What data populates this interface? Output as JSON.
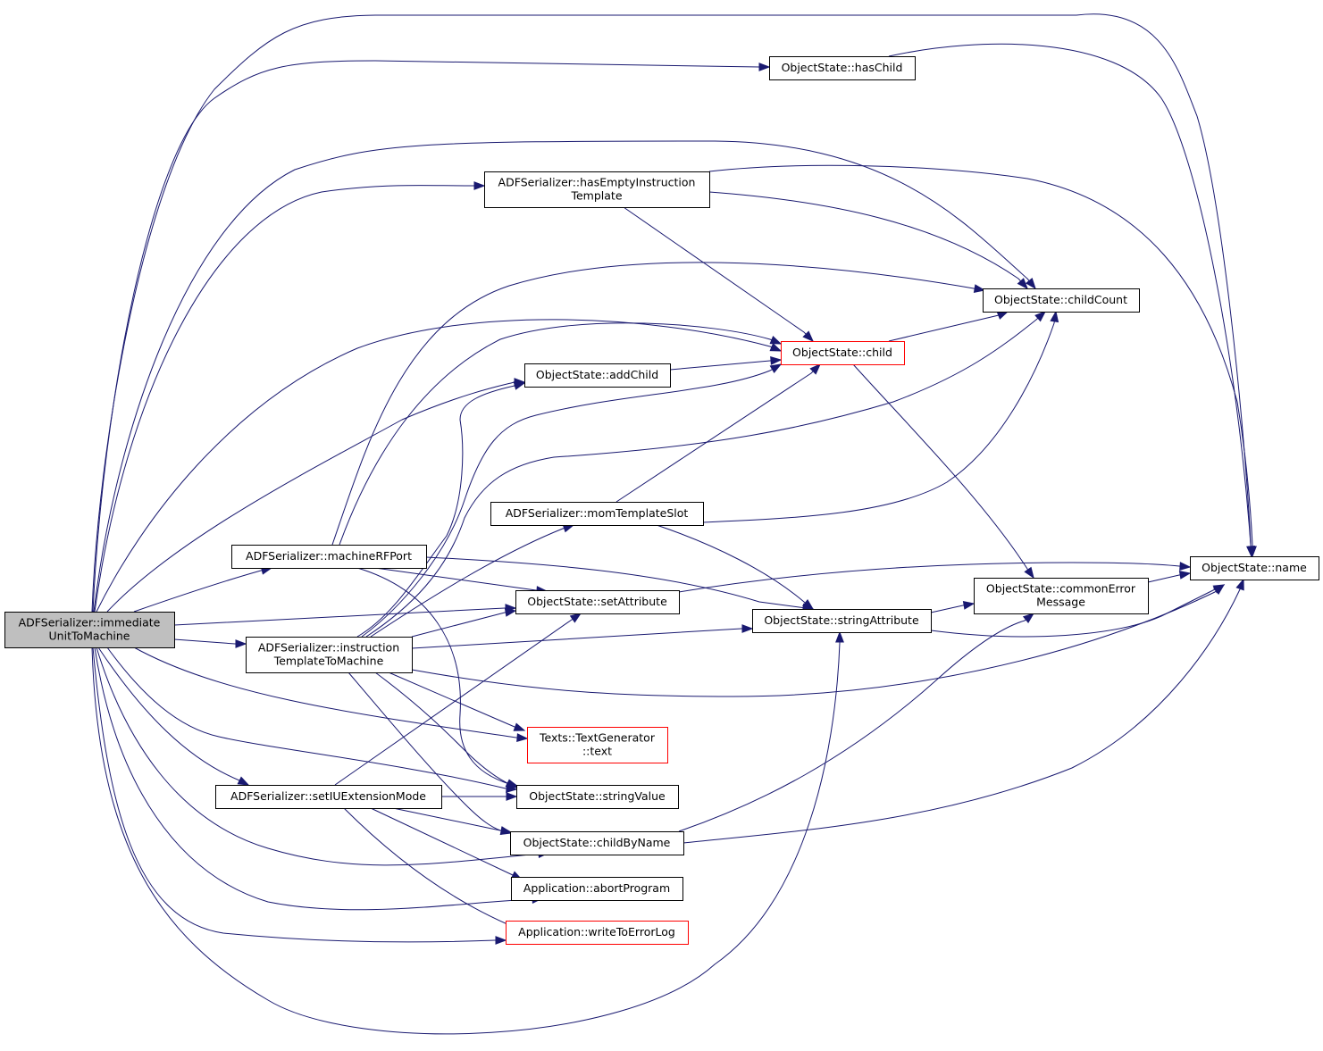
{
  "diagram": {
    "colors": {
      "edge": "#191970",
      "node_border": "#000000",
      "node_border_incomplete": "#ff0000",
      "root_fill": "#bfbfbf",
      "node_fill": "#ffffff"
    },
    "nodes": [
      {
        "id": "root",
        "lines": [
          "ADFSerializer::immediate",
          "UnitToMachine"
        ],
        "root": true,
        "border": "black"
      },
      {
        "id": "hasChild",
        "lines": [
          "ObjectState::hasChild"
        ],
        "border": "black"
      },
      {
        "id": "hasEmpty",
        "lines": [
          "ADFSerializer::hasEmptyInstruction",
          "Template"
        ],
        "border": "black"
      },
      {
        "id": "childCount",
        "lines": [
          "ObjectState::childCount"
        ],
        "border": "black"
      },
      {
        "id": "child",
        "lines": [
          "ObjectState::child"
        ],
        "border": "red"
      },
      {
        "id": "addChild",
        "lines": [
          "ObjectState::addChild"
        ],
        "border": "black"
      },
      {
        "id": "momTemplateSlot",
        "lines": [
          "ADFSerializer::momTemplateSlot"
        ],
        "border": "black"
      },
      {
        "id": "machineRFPort",
        "lines": [
          "ADFSerializer::machineRFPort"
        ],
        "border": "black"
      },
      {
        "id": "name",
        "lines": [
          "ObjectState::name"
        ],
        "border": "black"
      },
      {
        "id": "commonError",
        "lines": [
          "ObjectState::commonError",
          "Message"
        ],
        "border": "black"
      },
      {
        "id": "setAttribute",
        "lines": [
          "ObjectState::setAttribute"
        ],
        "border": "black"
      },
      {
        "id": "stringAttribute",
        "lines": [
          "ObjectState::stringAttribute"
        ],
        "border": "black"
      },
      {
        "id": "instrTemplate",
        "lines": [
          "ADFSerializer::instruction",
          "TemplateToMachine"
        ],
        "border": "black"
      },
      {
        "id": "textGen",
        "lines": [
          "Texts::TextGenerator",
          "::text"
        ],
        "border": "red"
      },
      {
        "id": "setIU",
        "lines": [
          "ADFSerializer::setIUExtensionMode"
        ],
        "border": "black"
      },
      {
        "id": "stringValue",
        "lines": [
          "ObjectState::stringValue"
        ],
        "border": "black"
      },
      {
        "id": "childByName",
        "lines": [
          "ObjectState::childByName"
        ],
        "border": "black"
      },
      {
        "id": "abortProgram",
        "lines": [
          "Application::abortProgram"
        ],
        "border": "black"
      },
      {
        "id": "writeToErrorLog",
        "lines": [
          "Application::writeToErrorLog"
        ],
        "border": "red"
      }
    ],
    "edges": [
      {
        "from": "root",
        "to": "name"
      },
      {
        "from": "root",
        "to": "hasChild"
      },
      {
        "from": "root",
        "to": "childCount"
      },
      {
        "from": "root",
        "to": "hasEmpty"
      },
      {
        "from": "root",
        "to": "child"
      },
      {
        "from": "root",
        "to": "addChild"
      },
      {
        "from": "root",
        "to": "machineRFPort"
      },
      {
        "from": "root",
        "to": "setAttribute"
      },
      {
        "from": "root",
        "to": "instrTemplate"
      },
      {
        "from": "root",
        "to": "textGen"
      },
      {
        "from": "root",
        "to": "stringValue"
      },
      {
        "from": "root",
        "to": "setIU"
      },
      {
        "from": "root",
        "to": "childByName"
      },
      {
        "from": "root",
        "to": "abortProgram"
      },
      {
        "from": "root",
        "to": "writeToErrorLog"
      },
      {
        "from": "root",
        "to": "stringAttribute"
      },
      {
        "from": "hasChild",
        "to": "name"
      },
      {
        "from": "hasEmpty",
        "to": "childCount"
      },
      {
        "from": "hasEmpty",
        "to": "name"
      },
      {
        "from": "hasEmpty",
        "to": "child"
      },
      {
        "from": "child",
        "to": "childCount"
      },
      {
        "from": "child",
        "to": "commonError"
      },
      {
        "from": "addChild",
        "to": "child"
      },
      {
        "from": "momTemplateSlot",
        "to": "child"
      },
      {
        "from": "momTemplateSlot",
        "to": "childCount"
      },
      {
        "from": "momTemplateSlot",
        "to": "stringAttribute"
      },
      {
        "from": "machineRFPort",
        "to": "childCount"
      },
      {
        "from": "machineRFPort",
        "to": "child"
      },
      {
        "from": "machineRFPort",
        "to": "stringAttribute"
      },
      {
        "from": "machineRFPort",
        "to": "setAttribute"
      },
      {
        "from": "machineRFPort",
        "to": "stringValue"
      },
      {
        "from": "instrTemplate",
        "to": "addChild"
      },
      {
        "from": "instrTemplate",
        "to": "child"
      },
      {
        "from": "instrTemplate",
        "to": "childCount"
      },
      {
        "from": "instrTemplate",
        "to": "momTemplateSlot"
      },
      {
        "from": "instrTemplate",
        "to": "setAttribute"
      },
      {
        "from": "instrTemplate",
        "to": "stringAttribute"
      },
      {
        "from": "instrTemplate",
        "to": "name"
      },
      {
        "from": "instrTemplate",
        "to": "textGen"
      },
      {
        "from": "instrTemplate",
        "to": "stringValue"
      },
      {
        "from": "instrTemplate",
        "to": "childByName"
      },
      {
        "from": "setAttribute",
        "to": "name"
      },
      {
        "from": "stringAttribute",
        "to": "commonError"
      },
      {
        "from": "stringAttribute",
        "to": "name"
      },
      {
        "from": "commonError",
        "to": "name"
      },
      {
        "from": "setIU",
        "to": "setAttribute"
      },
      {
        "from": "setIU",
        "to": "stringValue"
      },
      {
        "from": "setIU",
        "to": "childByName"
      },
      {
        "from": "setIU",
        "to": "abortProgram"
      },
      {
        "from": "setIU",
        "to": "writeToErrorLog"
      },
      {
        "from": "childByName",
        "to": "commonError"
      },
      {
        "from": "childByName",
        "to": "name"
      }
    ]
  }
}
